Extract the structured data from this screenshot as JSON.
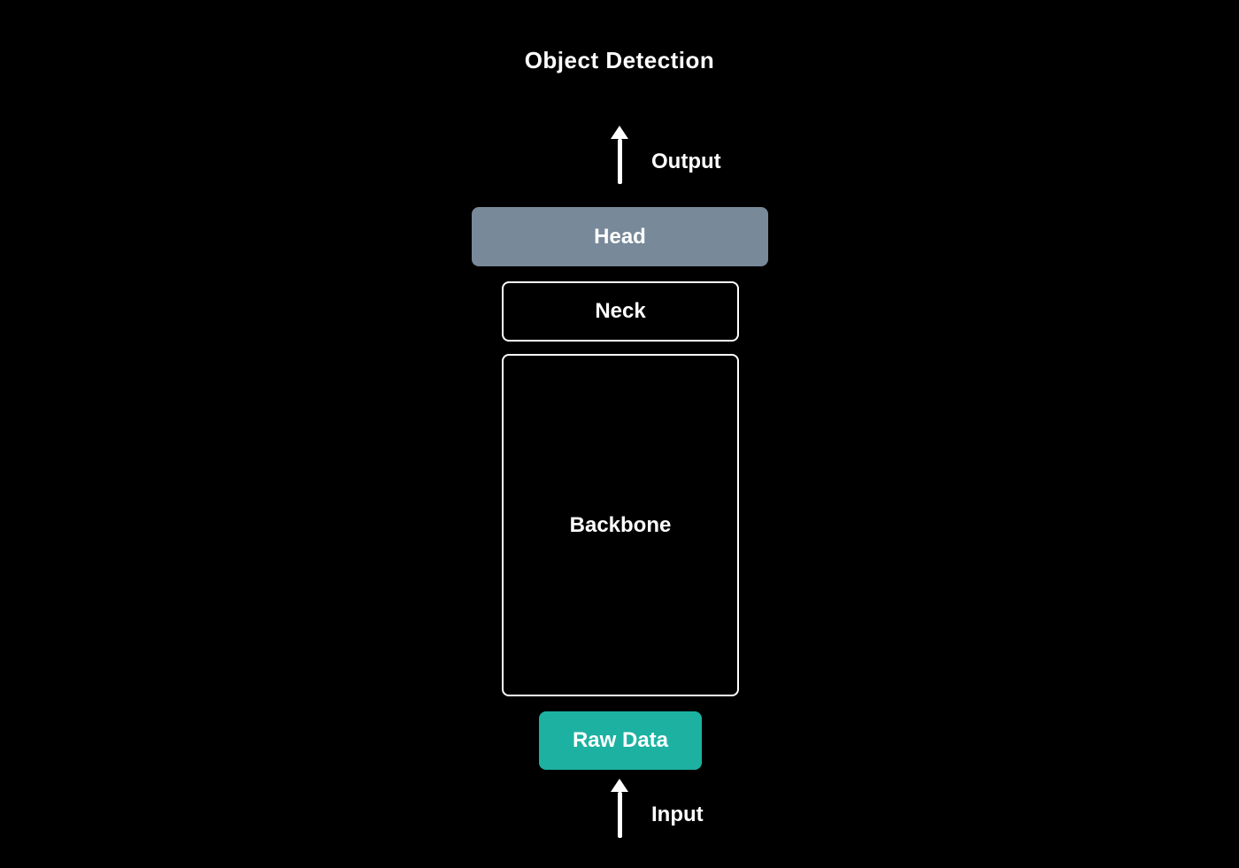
{
  "diagram": {
    "title": "Object Detection",
    "output_label": "Output",
    "input_label": "Input",
    "blocks": {
      "head": {
        "label": "Head",
        "style": "filled",
        "fill": "#788999",
        "text_color": "#FFFFFF"
      },
      "neck": {
        "label": "Neck",
        "style": "outlined",
        "border_color": "#FFFFFF",
        "text_color": "#FFFFFF"
      },
      "backbone": {
        "label": "Backbone",
        "style": "outlined",
        "border_color": "#FFFFFF",
        "text_color": "#FFFFFF"
      },
      "raw_data": {
        "label": "Raw Data",
        "style": "filled",
        "fill": "#1DB1A2",
        "text_color": "#FFFFFF"
      }
    },
    "colors": {
      "background": "#000000",
      "head_fill": "#788999",
      "raw_data_fill": "#1DB1A2",
      "outline": "#FFFFFF",
      "arrow": "#FFFFFF",
      "text": "#FFFFFF"
    }
  }
}
